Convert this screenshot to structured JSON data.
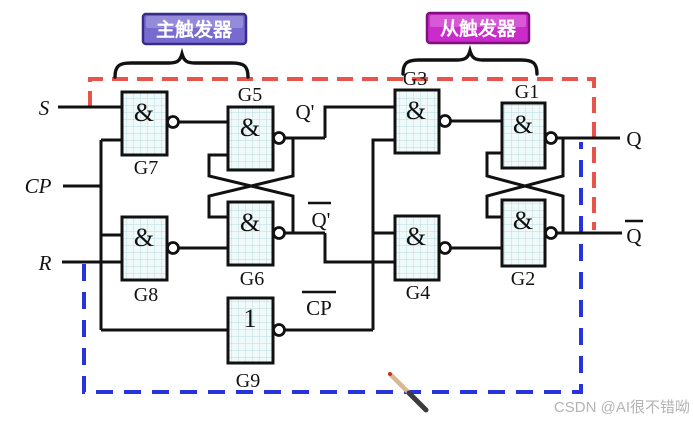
{
  "annotations": {
    "master_label": "主触发器",
    "slave_label": "从触发器"
  },
  "signals": {
    "s": "S",
    "cp": "CP",
    "r": "R",
    "q": "Q",
    "q_bar": "Q",
    "q_prime": "Q'",
    "q_prime_bar": "Q'",
    "cp_bar": "CP"
  },
  "gates": {
    "g1": {
      "label": "G1",
      "symbol": "&"
    },
    "g2": {
      "label": "G2",
      "symbol": "&"
    },
    "g3": {
      "label": "G3",
      "symbol": "&"
    },
    "g4": {
      "label": "G4",
      "symbol": "&"
    },
    "g5": {
      "label": "G5",
      "symbol": "&"
    },
    "g6": {
      "label": "G6",
      "symbol": "&"
    },
    "g7": {
      "label": "G7",
      "symbol": "&"
    },
    "g8": {
      "label": "G8",
      "symbol": "&"
    },
    "g9": {
      "label": "G9",
      "symbol": "1"
    }
  },
  "colors": {
    "red_dash": "#E8544A",
    "blue_dash": "#2733DC",
    "master_box_fill": "#776BD0",
    "master_box_border": "#372C8A",
    "slave_box_fill": "#CC2BCC",
    "slave_box_border": "#7E117E",
    "wire": "#111111",
    "gate_fill": "#F1FAFA",
    "gate_grid": "#B9DADA"
  },
  "watermark": "CSDN @AI很不错呦"
}
